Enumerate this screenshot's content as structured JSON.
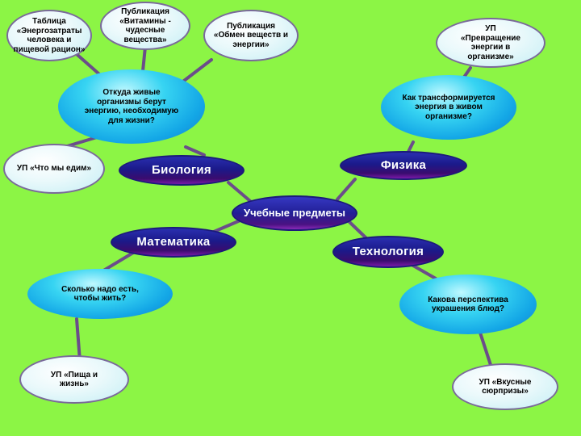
{
  "center": {
    "label": "Учебные предметы"
  },
  "subjects": {
    "biology": "Биология",
    "physics": "Физика",
    "math": "Математика",
    "technology": "Технология"
  },
  "questions": {
    "biology": "Откуда живые организмы берут энергию, необходимую для жизни?",
    "physics": "Как трансформируется энергия в живом организме?",
    "math": "Сколько надо есть, чтобы жить?",
    "technology": "Какова перспектива украшения блюд?"
  },
  "outputs": {
    "table": "Таблица «Энергозатраты человека и пищевой рацион»",
    "vitamins": "Публикация «Витамины - чудесные вещества»",
    "metabolism": "Публикация «Обмен веществ и энергии»",
    "what_we_eat": "УП «Что мы едим»",
    "transformation": "УП «Превращение энергии в организме»",
    "food_life": "УП «Пища и жизнь»",
    "surprises": "УП «Вкусные сюрпризы»"
  },
  "colors": {
    "background": "#8cf545",
    "connector": "#6b4d8a",
    "subject_fill": "#1b1a8a",
    "question_fill": "#13a6e6"
  }
}
